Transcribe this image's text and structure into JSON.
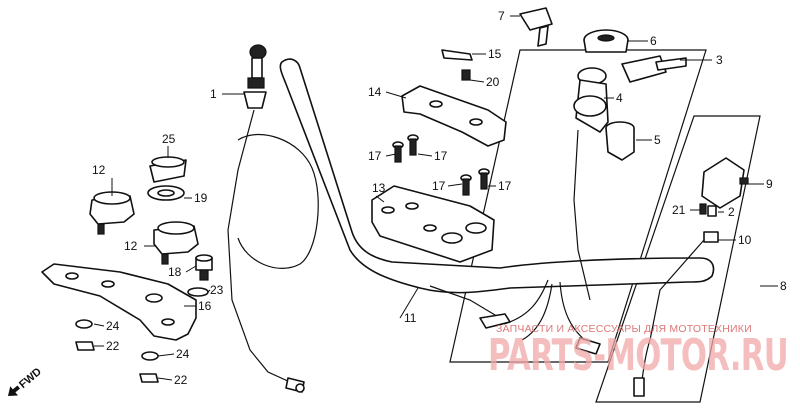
{
  "diagram": {
    "callouts": [
      {
        "id": "c1",
        "label": "1"
      },
      {
        "id": "c2",
        "label": "2"
      },
      {
        "id": "c3",
        "label": "3"
      },
      {
        "id": "c4",
        "label": "4"
      },
      {
        "id": "c5",
        "label": "5"
      },
      {
        "id": "c6",
        "label": "6"
      },
      {
        "id": "c7",
        "label": "7"
      },
      {
        "id": "c8",
        "label": "8"
      },
      {
        "id": "c9",
        "label": "9"
      },
      {
        "id": "c10",
        "label": "10"
      },
      {
        "id": "c11",
        "label": "11"
      },
      {
        "id": "c12a",
        "label": "12"
      },
      {
        "id": "c12b",
        "label": "12"
      },
      {
        "id": "c13",
        "label": "13"
      },
      {
        "id": "c14",
        "label": "14"
      },
      {
        "id": "c15",
        "label": "15"
      },
      {
        "id": "c16",
        "label": "16"
      },
      {
        "id": "c17a",
        "label": "17"
      },
      {
        "id": "c17b",
        "label": "17"
      },
      {
        "id": "c17c",
        "label": "17"
      },
      {
        "id": "c17d",
        "label": "17"
      },
      {
        "id": "c18",
        "label": "18"
      },
      {
        "id": "c19",
        "label": "19"
      },
      {
        "id": "c20",
        "label": "20"
      },
      {
        "id": "c21",
        "label": "21"
      },
      {
        "id": "c22a",
        "label": "22"
      },
      {
        "id": "c22b",
        "label": "22"
      },
      {
        "id": "c23",
        "label": "23"
      },
      {
        "id": "c24a",
        "label": "24"
      },
      {
        "id": "c24b",
        "label": "24"
      },
      {
        "id": "c25",
        "label": "25"
      }
    ],
    "fwd_label": "FWD"
  },
  "watermark": {
    "tagline": "ЗАПЧАСТИ И АКСЕССУАРЫ ДЛЯ МОТОТЕХНИКИ",
    "logo_text": "PARTS-MOTOR.RU"
  }
}
